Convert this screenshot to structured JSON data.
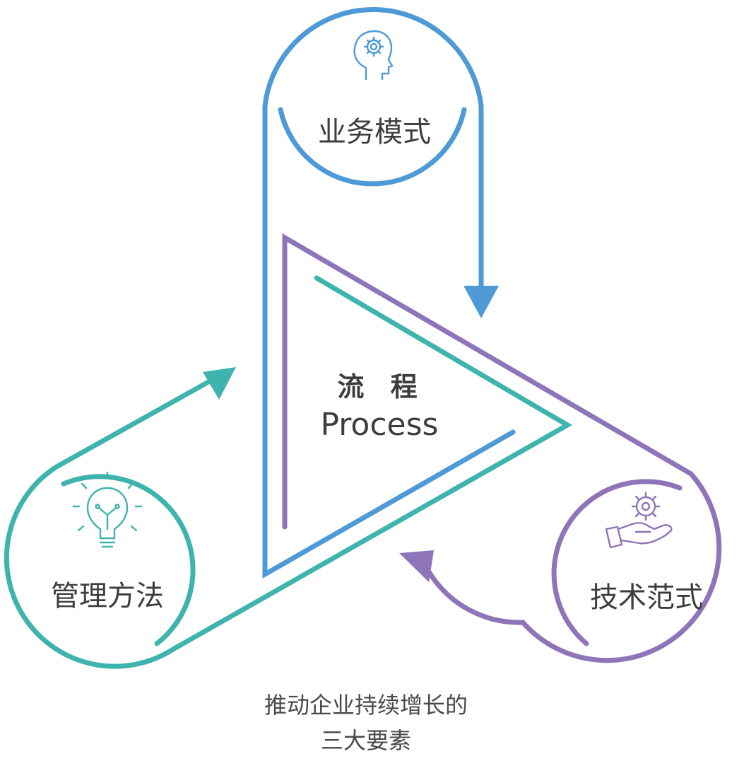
{
  "nodes": {
    "business_model": {
      "label": "业务模式",
      "icon": "head-gear-icon",
      "color": "#4e9ad6"
    },
    "management_method": {
      "label": "管理方法",
      "icon": "lightbulb-icon",
      "color": "#3fb3ae"
    },
    "tech_paradigm": {
      "label": "技术范式",
      "icon": "hand-gear-icon",
      "color": "#8e74b8"
    }
  },
  "center": {
    "title": "流 程",
    "subtitle": "Process"
  },
  "caption": {
    "line1": "推动企业持续增长的",
    "line2": "三大要素"
  }
}
